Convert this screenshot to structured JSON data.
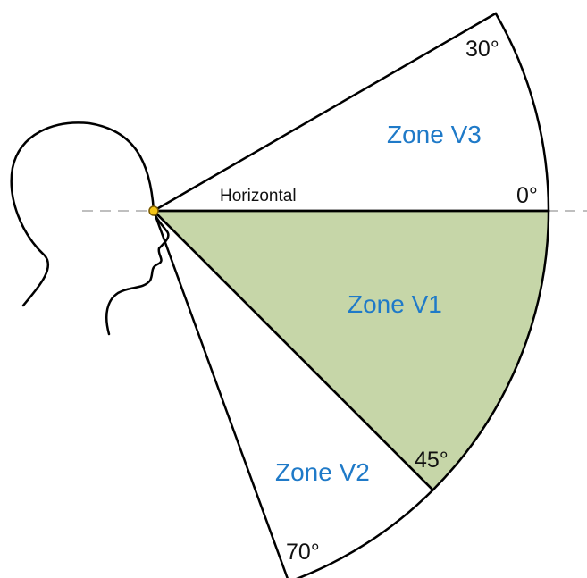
{
  "horizontal_label": "Horizontal",
  "angles": {
    "up_30": "30°",
    "zero": "0°",
    "down_45": "45°",
    "down_70": "70°"
  },
  "zones": {
    "v1": "Zone V1",
    "v2": "Zone V2",
    "v3": "Zone V3"
  },
  "colors": {
    "zone_label": "#1f7ac8",
    "v1_fill": "#c6d6a8",
    "outline": "#000000",
    "dashed_line": "#bfbfbf",
    "eye_dot": "#f5c518"
  }
}
